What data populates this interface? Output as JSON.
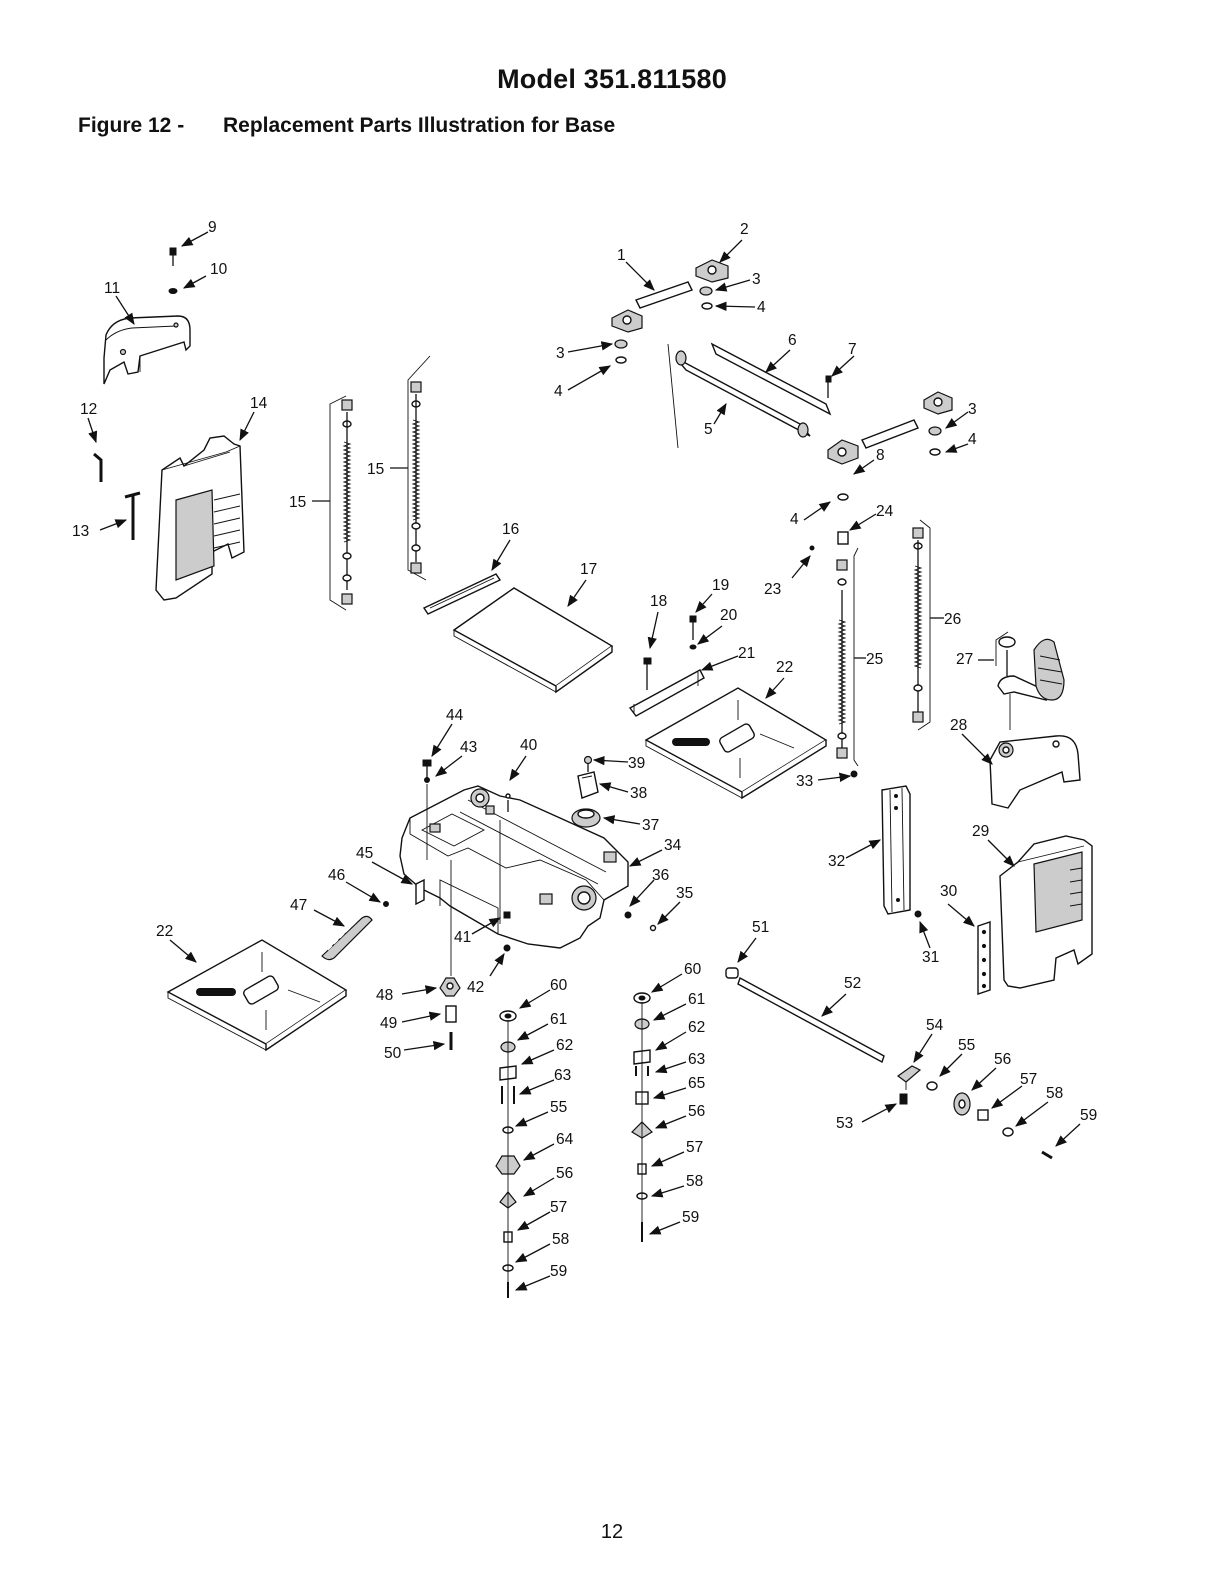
{
  "page": {
    "model": "Model 351.811580",
    "figure_number": "Figure 12 -",
    "figure_title": "Replacement Parts Illustration for Base",
    "page_number": "12"
  },
  "callouts": [
    "1",
    "2",
    "3",
    "4",
    "3",
    "4",
    "6",
    "7",
    "5",
    "3",
    "4",
    "8",
    "4",
    "24",
    "23",
    "9",
    "10",
    "11",
    "12",
    "13",
    "14",
    "15",
    "15",
    "16",
    "17",
    "18",
    "19",
    "20",
    "21",
    "22",
    "26",
    "25",
    "27",
    "28",
    "44",
    "43",
    "40",
    "39",
    "38",
    "37",
    "34",
    "36",
    "35",
    "33",
    "32",
    "29",
    "30",
    "31",
    "45",
    "46",
    "47",
    "41",
    "42",
    "22",
    "48",
    "49",
    "50",
    "60",
    "61",
    "62",
    "63",
    "55",
    "64",
    "56",
    "57",
    "58",
    "59",
    "60",
    "61",
    "62",
    "63",
    "65",
    "56",
    "57",
    "58",
    "59",
    "51",
    "52",
    "54",
    "55",
    "56",
    "57",
    "58",
    "59",
    "53"
  ]
}
